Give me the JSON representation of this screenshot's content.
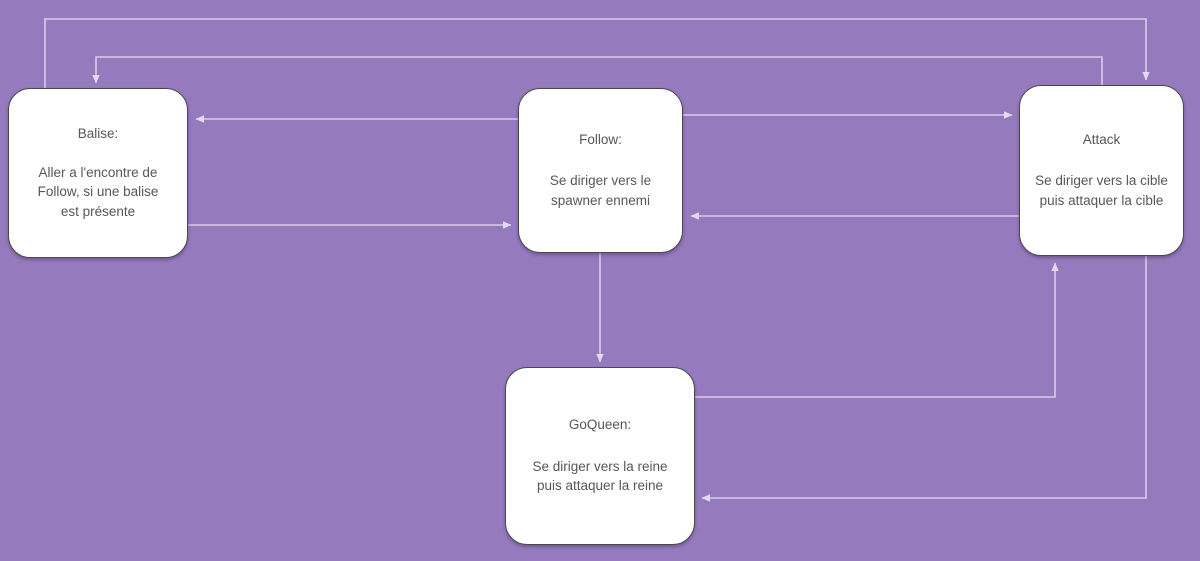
{
  "diagram": {
    "title": "Finite state machine: Balise / Follow / Attack / GoQueen",
    "background_color": "#957abe",
    "node_fill": "#ffffff",
    "node_border": "#4a4a4a",
    "edge_color": "#d9cde9",
    "text_color": "#575757"
  },
  "nodes": {
    "balise": {
      "id": "Balise",
      "title": "Balise:",
      "description": "Aller a l'encontre de\nFollow, si une balise\nest présente"
    },
    "follow": {
      "id": "Follow",
      "title": "Follow:",
      "description": "Se diriger vers le\nspawner ennemi"
    },
    "attack": {
      "id": "Attack",
      "title": "Attack",
      "description": "Se diriger vers la cible\npuis attaquer la cible"
    },
    "goqueen": {
      "id": "GoQueen",
      "title": "GoQueen:",
      "description": "Se diriger vers la reine\npuis attaquer la reine"
    }
  },
  "edges": [
    {
      "id": "follow-to-balise",
      "from": "Follow",
      "to": "Balise",
      "label": ""
    },
    {
      "id": "balise-to-follow",
      "from": "Balise",
      "to": "Follow",
      "label": ""
    },
    {
      "id": "follow-to-attack",
      "from": "Follow",
      "to": "Attack",
      "label": ""
    },
    {
      "id": "attack-to-follow",
      "from": "Attack",
      "to": "Follow",
      "label": ""
    },
    {
      "id": "balise-to-attack",
      "from": "Balise",
      "to": "Attack",
      "label": ""
    },
    {
      "id": "attack-to-balise",
      "from": "Attack",
      "to": "Balise",
      "label": ""
    },
    {
      "id": "follow-to-goqueen",
      "from": "Follow",
      "to": "GoQueen",
      "label": ""
    },
    {
      "id": "goqueen-to-attack",
      "from": "GoQueen",
      "to": "Attack",
      "label": ""
    },
    {
      "id": "attack-to-goqueen",
      "from": "Attack",
      "to": "GoQueen",
      "label": ""
    }
  ]
}
